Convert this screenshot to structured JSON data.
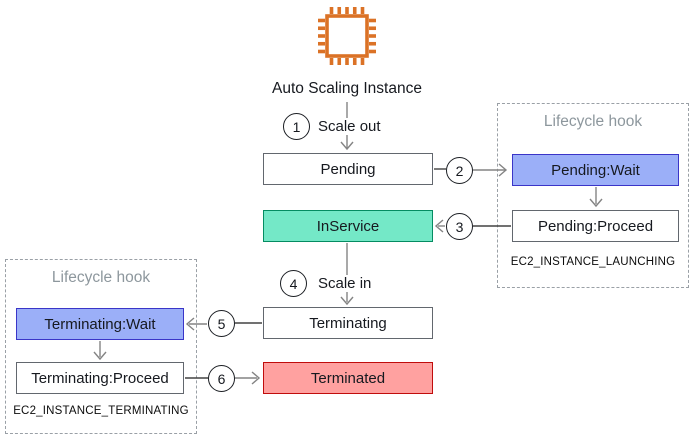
{
  "diagram": {
    "name": "Auto Scaling instance lifecycle",
    "source_label": "Auto Scaling Instance",
    "states": {
      "pending": "Pending",
      "in_service": "InService",
      "terminating": "Terminating",
      "terminated": "Terminated"
    },
    "launch_hook": {
      "title": "Lifecycle hook",
      "wait": "Pending:Wait",
      "proceed": "Pending:Proceed",
      "event": "EC2_INSTANCE_LAUNCHING"
    },
    "terminate_hook": {
      "title": "Lifecycle hook",
      "wait": "Terminating:Wait",
      "proceed": "Terminating:Proceed",
      "event": "EC2_INSTANCE_TERMINATING"
    },
    "steps": {
      "s1": {
        "num": "1",
        "label": "Scale out"
      },
      "s2": {
        "num": "2",
        "label": ""
      },
      "s3": {
        "num": "3",
        "label": ""
      },
      "s4": {
        "num": "4",
        "label": "Scale in"
      },
      "s5": {
        "num": "5",
        "label": ""
      },
      "s6": {
        "num": "6",
        "label": ""
      }
    },
    "colors": {
      "icon_orange": "#DB7226",
      "wait_fill": "#9BAFF8",
      "wait_border": "#3A35C8",
      "inservice_fill": "#74E8C7",
      "inservice_border": "#058C62",
      "terminated_fill": "#FFA1A0",
      "terminated_border": "#C00C0C",
      "state_border": "#62676E",
      "text": "#16191F",
      "hook_text": "#8D979D",
      "connector_gray": "#848484",
      "connector_dark": "#424242"
    }
  }
}
